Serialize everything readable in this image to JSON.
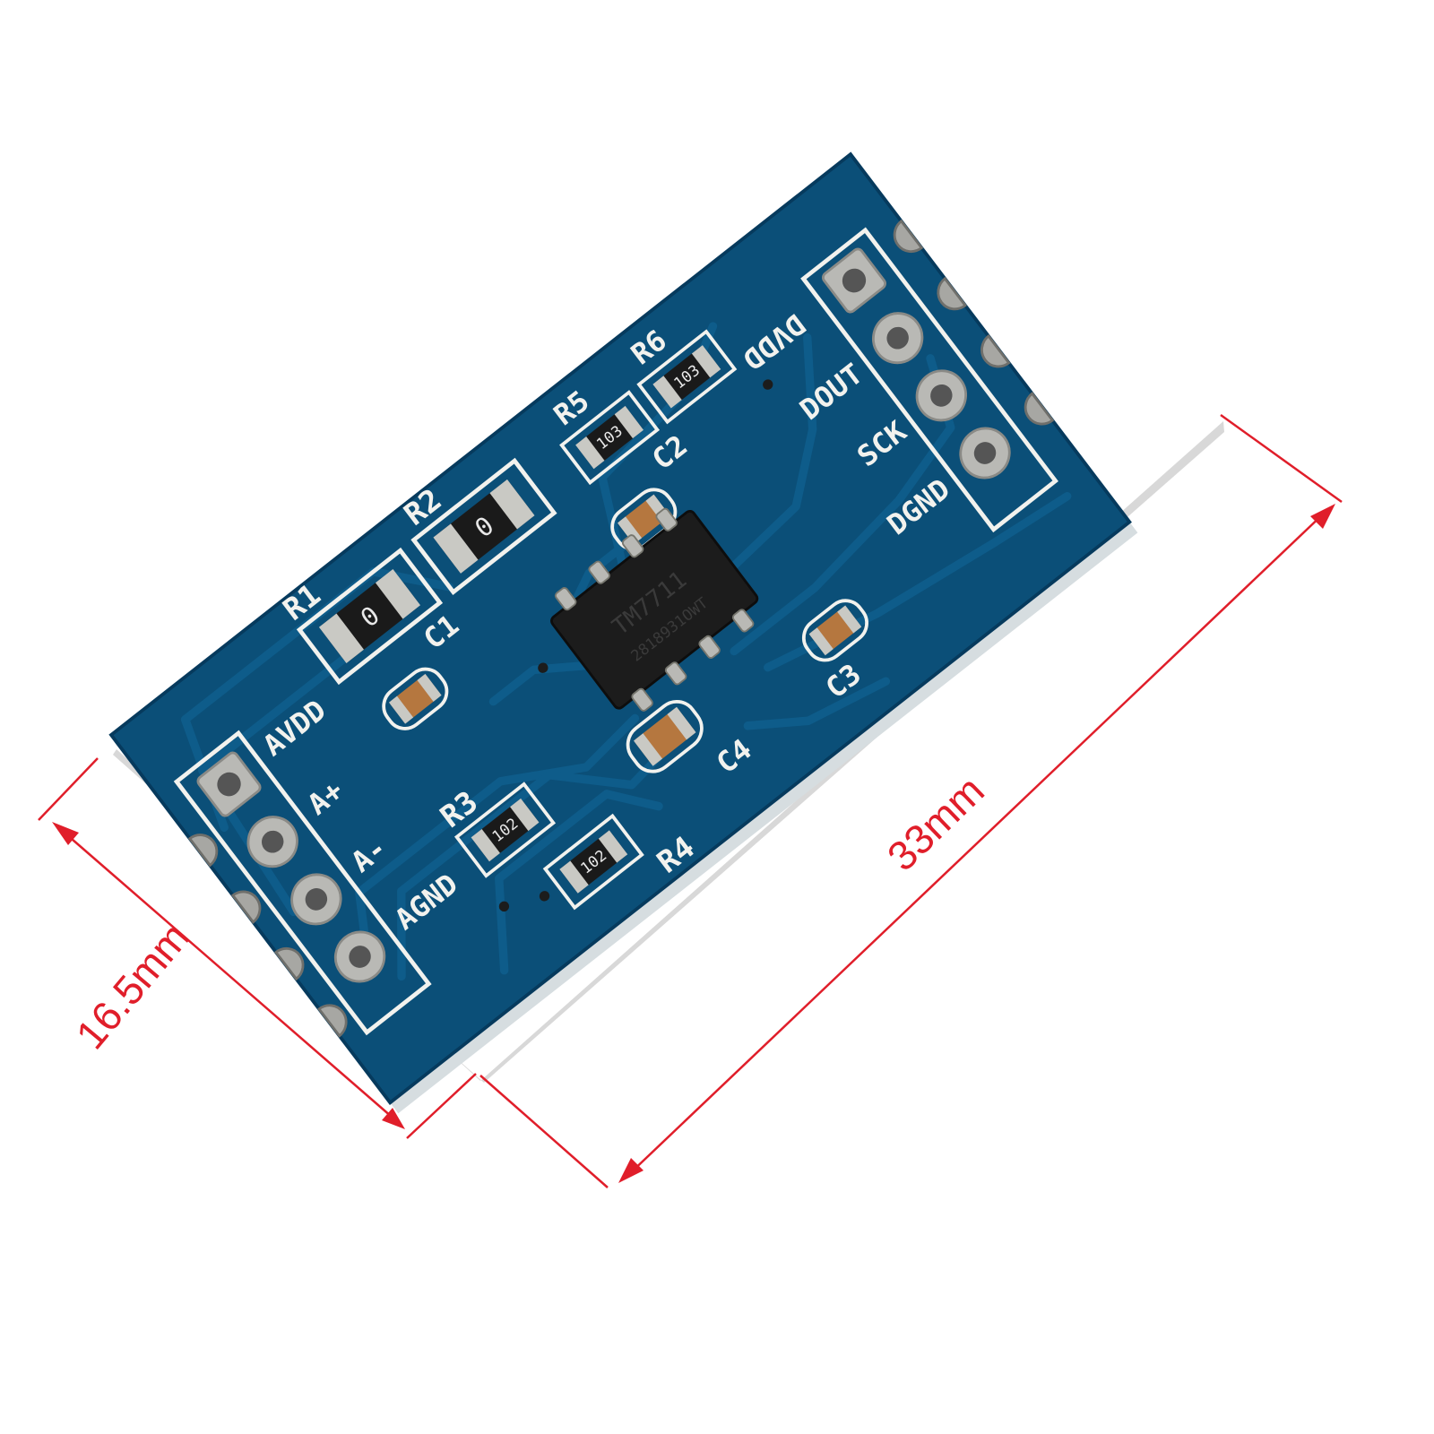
{
  "image": {
    "subject": "TM7711 load cell ADC breakout board photo with dimensions",
    "colors": {
      "pcb": "#0b4f78",
      "pcb_dark": "#06355a",
      "silkscreen": "#f2f2ee",
      "copper_pad": "#b9b9b5",
      "dimension": "#e01e2a",
      "chip": "#1c1c1c"
    }
  },
  "dimensions": {
    "width_label": "33mm",
    "height_label": "16.5mm"
  },
  "silkscreen": {
    "left_pins": [
      "AVDD",
      "A+",
      "A-",
      "AGND"
    ],
    "right_pins": [
      "DVDD",
      "DOUT",
      "SCK",
      "DGND"
    ],
    "designators": {
      "R1": "R1",
      "R2": "R2",
      "R3": "R3",
      "R4": "R4",
      "R5": "R5",
      "R6": "R6",
      "C1": "C1",
      "C2": "C2",
      "C3": "C3",
      "C4": "C4"
    }
  },
  "components": {
    "chip_line1": "TM7711",
    "chip_line2": "2818931OWT",
    "r1_code": "0",
    "r2_code": "0",
    "r3_code": "102",
    "r4_code": "102",
    "r5_code": "103",
    "r6_code": "103"
  }
}
